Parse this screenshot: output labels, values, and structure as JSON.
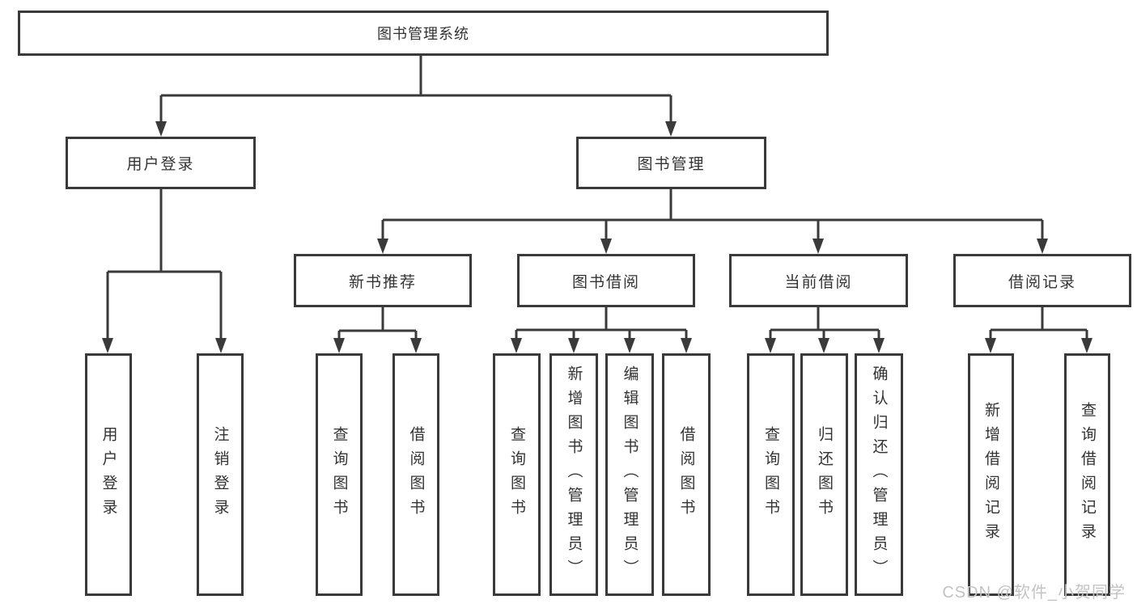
{
  "diagram_title": "图书管理系统",
  "root": {
    "label": "图书管理系统"
  },
  "branches": [
    {
      "id": "user-login",
      "label": "用户登录"
    },
    {
      "id": "book-management",
      "label": "图书管理"
    }
  ],
  "sections": [
    {
      "id": "new-book-recommend",
      "label": "新书推荐",
      "parent": "图书管理"
    },
    {
      "id": "book-borrowing",
      "label": "图书借阅",
      "parent": "图书管理"
    },
    {
      "id": "current-borrowing",
      "label": "当前借阅",
      "parent": "图书管理"
    },
    {
      "id": "borrow-records",
      "label": "借阅记录",
      "parent": "图书管理"
    }
  ],
  "leaves": [
    {
      "label": "用户登录",
      "parent": "用户登录"
    },
    {
      "label": "注销登录",
      "parent": "用户登录"
    },
    {
      "label": "查询图书",
      "parent": "新书推荐"
    },
    {
      "label": "借阅图书",
      "parent": "新书推荐"
    },
    {
      "label": "查询图书",
      "parent": "图书借阅"
    },
    {
      "label": "新增图书（管理员）",
      "parent": "图书借阅"
    },
    {
      "label": "编辑图书（管理员）",
      "parent": "图书借阅"
    },
    {
      "label": "借阅图书",
      "parent": "图书借阅"
    },
    {
      "label": "查询图书",
      "parent": "当前借阅"
    },
    {
      "label": "归还图书",
      "parent": "当前借阅"
    },
    {
      "label": "确认归还（管理员）",
      "parent": "当前借阅"
    },
    {
      "label": "新增借阅记录",
      "parent": "借阅记录"
    },
    {
      "label": "查询借阅记录",
      "parent": "借阅记录"
    }
  ],
  "watermark": "CSDN @软件_小贺同学",
  "colors": {
    "line": "#3a3a3a",
    "box_border": "#3a3a3a",
    "text": "#333333",
    "background": "#ffffff",
    "watermark": "#c3c3c3"
  }
}
